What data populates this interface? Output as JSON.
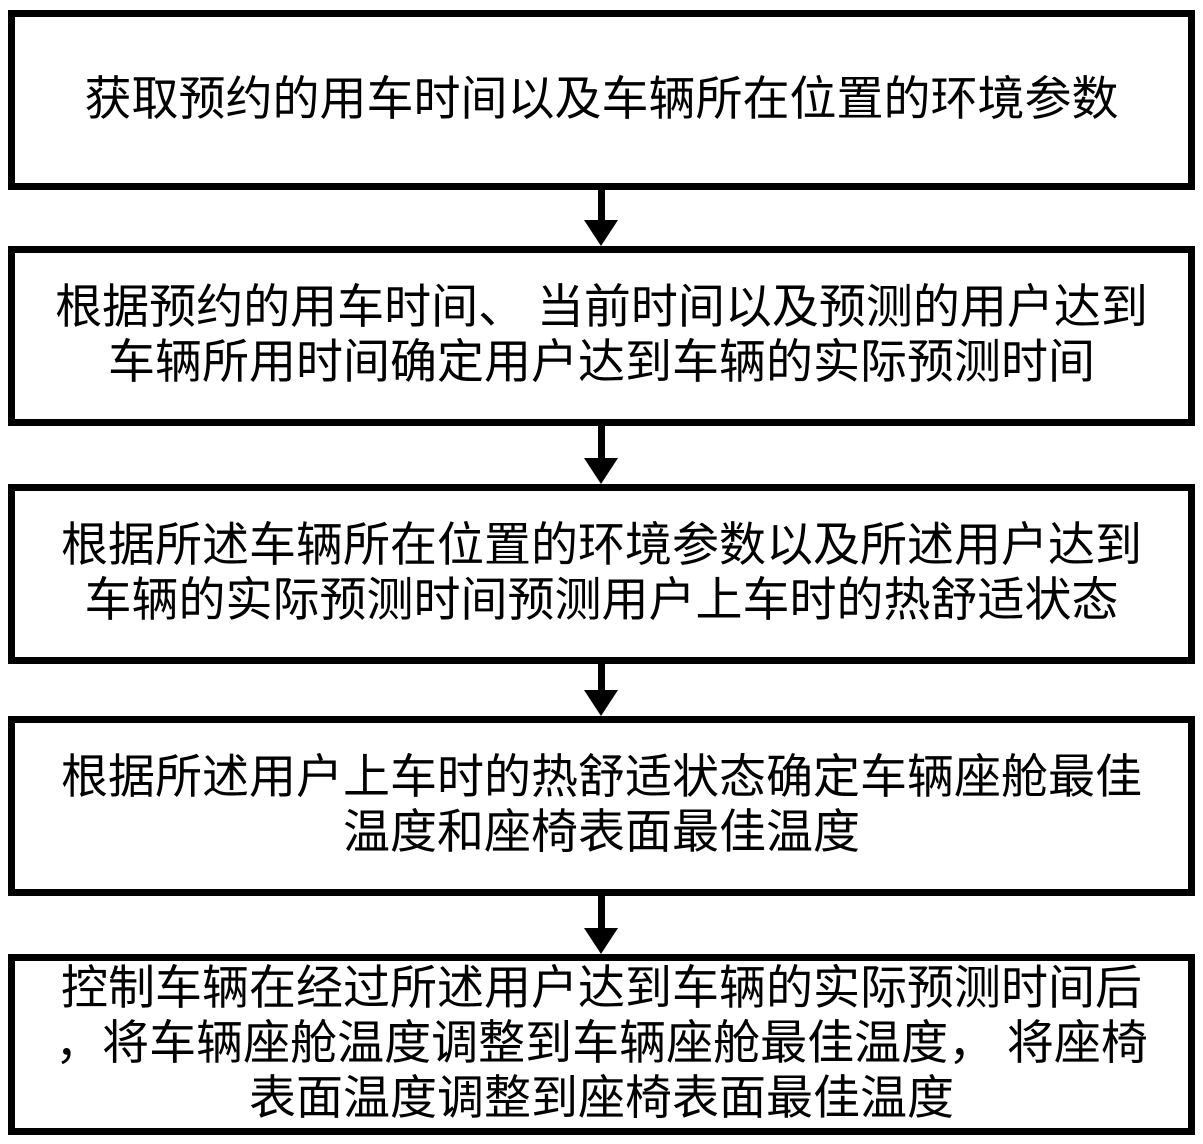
{
  "colors": {
    "box_border": "#000000",
    "box_background": "#ffffff",
    "text": "#000000",
    "arrow": "#000000"
  },
  "flowchart": {
    "steps": [
      {
        "lines": [
          "获取预约的用车时间以及车辆所在位置的环境参数"
        ]
      },
      {
        "lines": [
          "根据预约的用车时间、 当前时间以及预测的用户达到",
          "车辆所用时间确定用户达到车辆的实际预测时间"
        ]
      },
      {
        "lines": [
          "根据所述车辆所在位置的环境参数以及所述用户达到",
          "车辆的实际预测时间预测用户上车时的热舒适状态"
        ]
      },
      {
        "lines": [
          "根据所述用户上车时的热舒适状态确定车辆座舱最佳",
          "温度和座椅表面最佳温度"
        ]
      },
      {
        "lines": [
          "控制车辆在经过所述用户达到车辆的实际预测时间后",
          "，将车辆座舱温度调整到车辆座舱最佳温度， 将座椅",
          "表面温度调整到座椅表面最佳温度"
        ]
      }
    ]
  }
}
